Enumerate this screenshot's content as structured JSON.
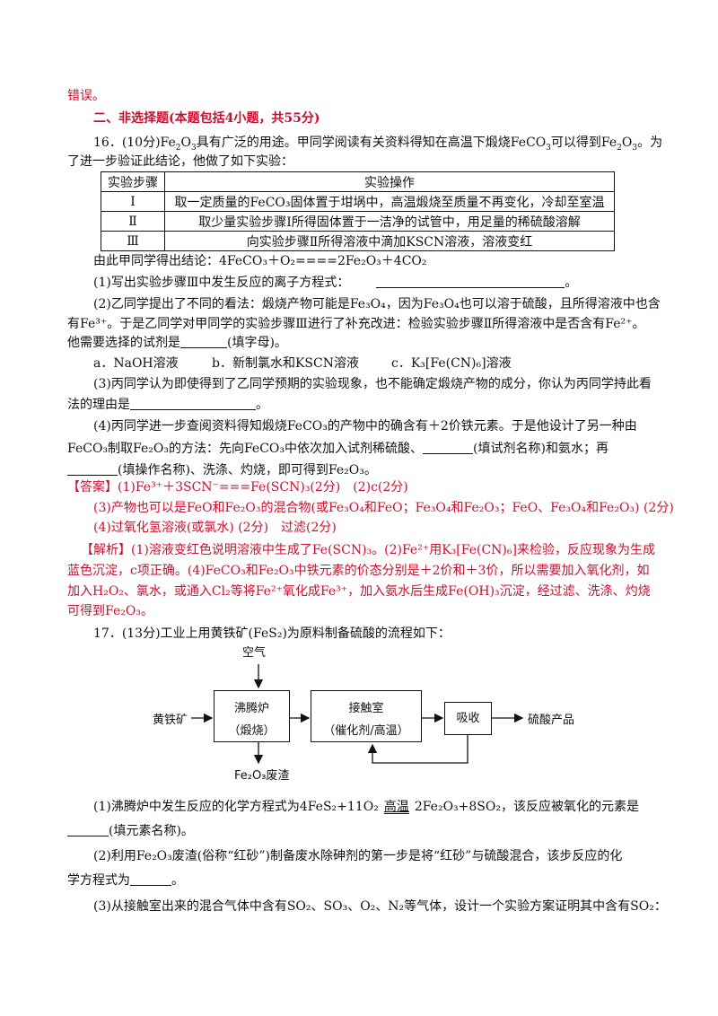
{
  "top_line": "错误。",
  "section_title": "二、非选择题(本题包括4小题，共55分)",
  "q16": {
    "intro_a": "16．(10分)Fe",
    "intro_b": "具有广泛的用途。甲同学阅读有关资料得知在高温下煅烧FeCO",
    "intro_c": "可以得到Fe",
    "intro_d": "。为",
    "intro2": "了进一步验证此结论，他做了如下实验：",
    "table": {
      "header": [
        "实验步骤",
        "实验操作"
      ],
      "rows": [
        [
          "Ⅰ",
          "取一定质量的FeCO₃固体置于坩埚中，高温煅烧至质量不再变化，冷却至室温"
        ],
        [
          "Ⅱ",
          "取少量实验步骤Ⅰ所得固体置于一洁净的试管中，用足量的稀硫酸溶解"
        ],
        [
          "Ⅲ",
          "向实验步骤Ⅱ所得溶液中滴加KSCN溶液，溶液变红"
        ]
      ]
    },
    "conclusion": "由此甲同学得出结论：4FeCO₃＋O₂====2Fe₂O₃＋4CO₂",
    "p1": "(1)写出实验步骤Ⅲ中发生反应的离子方程式：",
    "p1_end": "。",
    "p2a": "(2)乙同学提出了不同的看法：煅烧产物可能是Fe₃O₄，因为Fe₃O₄也可以溶于硫酸，且所得溶液中也含",
    "p2b": "有Fe³⁺。于是乙同学对甲同学的实验步骤Ⅲ进行了补充改进：检验实验步骤Ⅱ所得溶液中是否含有Fe²⁺。",
    "p2c": "他需要选择的试剂是",
    "p2c_end": "(填字母)。",
    "options": [
      "a．NaOH溶液",
      "b．新制氯水和KSCN溶液",
      "c．K₃[Fe(CN)₆]溶液"
    ],
    "p3a": "(3)丙同学认为即使得到了乙同学预期的实验现象，也不能确定煅烧产物的成分，你认为丙同学持此看",
    "p3b": "法的理由是",
    "p3b_end": "。",
    "p4a": "(4)丙同学进一步查阅资料得知煅烧FeCO₃的产物中的确含有＋2价铁元素。于是他设计了另一种由",
    "p4b": "FeCO₃制取Fe₂O₃的方法：先向FeCO₃中依次加入试剂稀硫酸、",
    "p4b_end": "(填试剂名称)和氨水；再",
    "p4c_end": "(填操作名称)、洗涤、灼烧，即可得到Fe₂O₃。",
    "answer": [
      "【答案】(1)Fe³⁺＋3SCN⁻===Fe(SCN)₃(2分)　(2)c(2分)",
      "(3)产物也可以是FeO和Fe₂O₃的混合物(或Fe₃O₄和FeO；Fe₃O₄和Fe₂O₃；FeO、Fe₃O₄和Fe₂O₃) (2分)",
      "(4)过氧化氢溶液(或氯水) (2分)　过滤(2分)"
    ],
    "analysis": [
      "【解析】(1)溶液变红色说明溶液中生成了Fe(SCN)₃。(2)Fe²⁺用K₃[Fe(CN)₆]来检验，反应现象为生成",
      "蓝色沉淀，c项正确。(4)FeCO₃和Fe₂O₃中铁元素的价态分别是＋2价和＋3价，所以需要加入氧化剂，如",
      "加入H₂O₂、氯水，或通入Cl₂等将Fe²⁺氧化成Fe³⁺，加入氨水后生成Fe(OH)₃沉淀，经过滤、洗涤、灼烧",
      "可得到Fe₂O₃。"
    ]
  },
  "q17": {
    "intro": "17．(13分)工业上用黄铁矿(FeS₂)为原料制备硫酸的流程如下：",
    "diagram": {
      "air": "空气",
      "ore": "黄铁矿",
      "furnace_line1": "沸腾炉",
      "furnace_line2": "（煅烧）",
      "contact_line1": "接触室",
      "contact_line2": "（催化剂/高温）",
      "absorb": "吸收",
      "product": "硫酸产品",
      "residue": "Fe₂O₃废渣"
    },
    "p1a": "(1)沸腾炉中发生反应的化学方程式为4FeS₂+11O₂",
    "p1_cond": "高温",
    "p1b": "2Fe₂O₃+8SO₂，该反应被氧化的元素是",
    "p1c_end": "(填元素名称)。",
    "p2a": "(2)利用Fe₂O₃废渣(俗称“红砂”)制备废水除砷剂的第一步是将“红砂”与硫酸混合，该步反应的化",
    "p2b": "学方程式为",
    "p2b_end": "。",
    "p3": "(3)从接触室出来的混合气体中含有SO₂、SO₃、O₂、N₂等气体，设计一个实验方案证明其中含有SO₂："
  }
}
